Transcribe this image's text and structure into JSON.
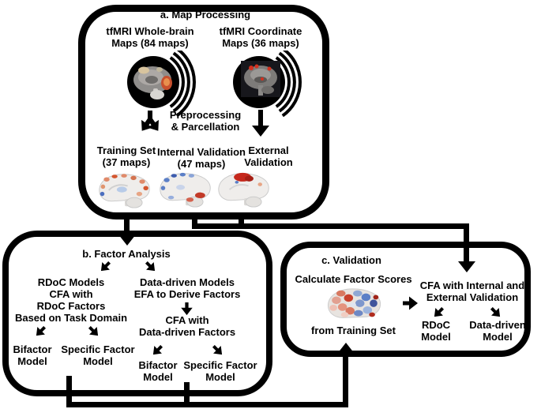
{
  "figure": {
    "background": "#ffffff",
    "line_color": "#000000"
  },
  "colors": {
    "outline_black": "#000000",
    "brain_red": "#c0392b",
    "brain_dark_red": "#a02318",
    "brain_orange": "#e08a6a",
    "brain_blue": "#5b7fc7",
    "brain_light_blue": "#b8cbe8",
    "mri_gray": "#8f8d8b",
    "mri_tan": "#d8c49e",
    "coordinate_square_bg": "#17171c",
    "soft_brain_base": "#efedeb"
  },
  "panel_a": {
    "title": "a. Map Processing",
    "wholebrain_maps": [
      "tfMRI Whole-brain",
      "Maps (84 maps)"
    ],
    "coordinate_maps": [
      "tfMRI Coordinate",
      "Maps (36 maps)"
    ],
    "preprocessing": [
      "Preprocessing",
      "& Parcellation"
    ],
    "training_set": [
      "Training Set",
      "(37 maps)"
    ],
    "internal_validation": [
      "Internal Validation",
      "(47 maps)"
    ],
    "external_validation": [
      "External",
      "Validation"
    ]
  },
  "panel_b": {
    "title": "b. Factor Analysis",
    "rdoc_models": [
      "RDoC Models",
      "CFA with",
      "RDoC Factors",
      "Based on Task Domain"
    ],
    "data_driven_models": [
      "Data-driven Models",
      "EFA to Derive Factors"
    ],
    "cfa_data_driven": [
      "CFA with",
      "Data-driven Factors"
    ],
    "bifactor_left": [
      "Bifactor",
      "Model"
    ],
    "specific_left": [
      "Specific Factor",
      "Model"
    ],
    "bifactor_right": [
      "Bifactor",
      "Model"
    ],
    "specific_right": [
      "Specific Factor",
      "Model"
    ]
  },
  "panel_c": {
    "title": "c. Validation",
    "calculate_line": "Calculate Factor Scores",
    "from_line": "from Training Set",
    "cfa_validation": [
      "CFA with Internal and",
      "External Validation"
    ],
    "rdoc_model": [
      "RDoC",
      "Model"
    ],
    "data_driven_model": [
      "Data-driven",
      "Model"
    ]
  },
  "icons": {
    "wholebrain_circle": "sagittal-mri-brain-stack",
    "coordinate_circle": "coordinate-map-brain-stack",
    "split_arrow": "forked-down-arrow",
    "down_arrow": "down-arrow",
    "training_brain": "training-set-brain-map",
    "internal_brain": "internal-validation-brain-map",
    "external_brain": "external-validation-brain-map",
    "factor_scores_brain": "factor-scores-brain-map"
  }
}
